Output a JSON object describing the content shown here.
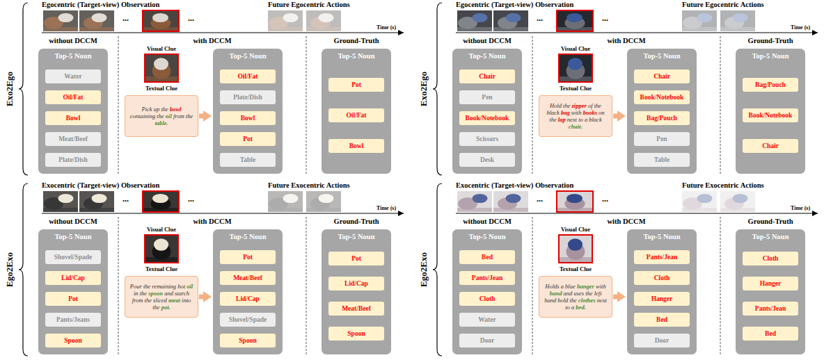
{
  "diagram": {
    "nodes": [
      {
        "text": [
          "Top-5 Noun"
        ]
      },
      {
        "text": [
          "Water"
        ],
        "in": 0
      },
      {
        "text": [
          "Oil/Fat"
        ],
        "in": 0
      },
      {
        "text": [
          "Bowl"
        ],
        "in": 0
      },
      {
        "text": [
          "Meat/Beef"
        ],
        "in": 0
      },
      {
        "text": [
          "Plate/Dish"
        ],
        "in": 0
      },
      {
        "text": [
          "Pick up the bowl containing the oil from the table."
        ]
      },
      {
        "text": [
          "Top-5 Noun"
        ]
      },
      {
        "text": [
          "Oil/Fat"
        ],
        "in": 7
      },
      {
        "text": [
          "Plate/Dish"
        ],
        "in": 7
      },
      {
        "text": [
          "Bowl"
        ],
        "in": 7
      },
      {
        "text": [
          "Pot"
        ],
        "in": 7
      },
      {
        "text": [
          "Table"
        ],
        "in": 7
      },
      {
        "text": [
          "Top-5 Noun"
        ]
      },
      {
        "text": [
          "Pot"
        ],
        "in": 13
      },
      {
        "text": [
          "Oil/Fat"
        ],
        "in": 13
      },
      {
        "text": [
          "Bowl"
        ],
        "in": 13
      },
      {
        "text": [
          "Top-5 Noun"
        ]
      },
      {
        "text": [
          "Chair"
        ],
        "in": 17
      },
      {
        "text": [
          "Pen"
        ],
        "in": 17
      },
      {
        "text": [
          "Book/Notebook"
        ],
        "in": 17
      },
      {
        "text": [
          "Scissors"
        ],
        "in": 17
      },
      {
        "text": [
          "Desk"
        ],
        "in": 17
      },
      {
        "text": [
          "Hold the zipper of the black bag with books on the lap next to a black chair."
        ]
      },
      {
        "text": [
          "Top-5 Noun"
        ]
      },
      {
        "text": [
          "Chair"
        ],
        "in": 24
      },
      {
        "text": [
          "Book/Notebook"
        ],
        "in": 24
      },
      {
        "text": [
          "Bag/Pouch"
        ],
        "in": 24
      },
      {
        "text": [
          "Pen"
        ],
        "in": 24
      },
      {
        "text": [
          "Table"
        ],
        "in": 24
      },
      {
        "text": [
          "Top-5 Noun"
        ]
      },
      {
        "text": [
          "Bag/Pouch"
        ],
        "in": 30
      },
      {
        "text": [
          "Book/Notebook"
        ],
        "in": 30
      },
      {
        "text": [
          "Chair"
        ],
        "in": 30
      },
      {
        "text": [
          "Top-5 Noun"
        ]
      },
      {
        "text": [
          "Shovel/Spade"
        ],
        "in": 34
      },
      {
        "text": [
          "Lid/Cap"
        ],
        "in": 34
      },
      {
        "text": [
          "Pot"
        ],
        "in": 34
      },
      {
        "text": [
          "Pants/Jeans"
        ],
        "in": 34
      },
      {
        "text": [
          "Spoon"
        ],
        "in": 34
      },
      {
        "text": [
          "Pour the remaining hot oil in the spoon and starch from the sliced meat into the pot."
        ]
      },
      {
        "text": [
          "Top-5 Noun"
        ]
      },
      {
        "text": [
          "Pot"
        ],
        "in": 41
      },
      {
        "text": [
          "Meat/Beef"
        ],
        "in": 41
      },
      {
        "text": [
          "Lid/Cap"
        ],
        "in": 41
      },
      {
        "text": [
          "Shovel/Spade"
        ],
        "in": 41
      },
      {
        "text": [
          "Spoon"
        ],
        "in": 41
      },
      {
        "text": [
          "Top-5 Noun"
        ]
      },
      {
        "text": [
          "Pot"
        ],
        "in": 47
      },
      {
        "text": [
          "Lid/Cap"
        ],
        "in": 47
      },
      {
        "text": [
          "Meat/Beef"
        ],
        "in": 47
      },
      {
        "text": [
          "Spoon"
        ],
        "in": 47
      },
      {
        "text": [
          "Top-5 Noun"
        ]
      },
      {
        "text": [
          "Bed"
        ],
        "in": 52
      },
      {
        "text": [
          "Pants/Jean"
        ],
        "in": 52
      },
      {
        "text": [
          "Cloth"
        ],
        "in": 52
      },
      {
        "text": [
          "Water"
        ],
        "in": 52
      },
      {
        "text": [
          "Door"
        ],
        "in": 52
      },
      {
        "text": [
          "Holds a blue hanger with hand and uses the left hand hold the clothes next to a bed."
        ]
      },
      {
        "text": [
          "Top-5 Noun"
        ]
      },
      {
        "text": [
          "Pants/Jean"
        ],
        "in": 59
      },
      {
        "text": [
          "Cloth"
        ],
        "in": 59
      },
      {
        "text": [
          "Hanger"
        ],
        "in": 59
      },
      {
        "text": [
          "Bed"
        ],
        "in": 59
      },
      {
        "text": [
          "Door"
        ],
        "in": 59
      },
      {
        "text": [
          "Top-5 Noun"
        ]
      },
      {
        "text": [
          "Cloth"
        ],
        "in": 65
      },
      {
        "text": [
          "Hanger"
        ],
        "in": 65
      },
      {
        "text": [
          "Pants/Jean"
        ],
        "in": 65
      },
      {
        "text": [
          "Bed"
        ],
        "in": 65
      }
    ],
    "edges": [
      {
        "from": 6,
        "to": 7,
        "arrow": "to"
      },
      {
        "from": 23,
        "to": 24,
        "arrow": "to"
      },
      {
        "from": 40,
        "to": 41,
        "arrow": "to"
      },
      {
        "from": 58,
        "to": 59,
        "arrow": "to"
      }
    ],
    "labels": [
      "Exo2Ego",
      "Egocentric (Target-view) Observation",
      "Future Egocentric Actions",
      "...",
      "...",
      "Time (s)",
      "without DCCM",
      "with DCCM",
      "Ground-Truth",
      "Visual Clue",
      "Textual Clue",
      "Exo2Ego",
      "Egocentric (Target-view) Observation",
      "Future Egocentric Actions",
      "...",
      "...",
      "Time (s)",
      "without DCCM",
      "with DCCM",
      "Ground-Truth",
      "Visual Clue",
      "Textual Clue",
      "Ego2Exo",
      "Exocentric (Target-view) Observation",
      "Future Exocentric Actions",
      "...",
      "...",
      "Time (s)",
      "without DCCM",
      "with DCCM",
      "Ground-Truth",
      "Visual Clue",
      "Textual Clue",
      "Ego2Exo",
      "Exocentric (Target-view) Observation",
      "Future Exocentric Actions",
      "...",
      "...",
      "Time (s)",
      "without DCCM",
      "with DCCM",
      "Ground-Truth",
      "Visual Clue",
      "Textual Clue"
    ]
  }
}
